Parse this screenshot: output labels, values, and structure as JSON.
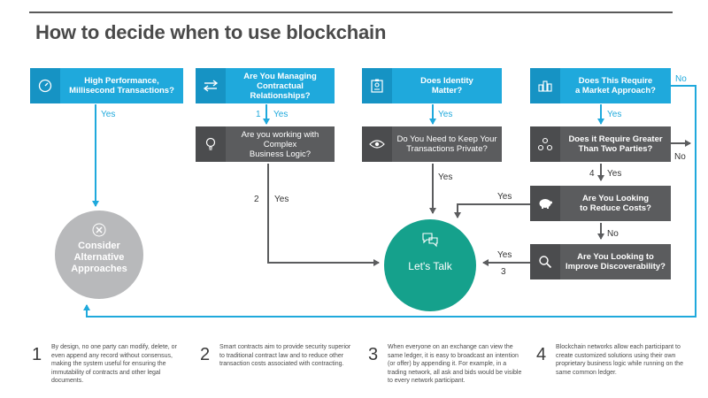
{
  "title": "How to decide when to use blockchain",
  "questions": {
    "q1": "High Performance,\nMillisecond Transactions?",
    "q2": "Are You Managing\nContractual Relationships?",
    "q3": "Does Identity\nMatter?",
    "q4": "Does This Require\na Market Approach?"
  },
  "subquestions": {
    "s1": "Are you working with Complex\nBusiness Logic?",
    "s2": "Do You Need to Keep Your\nTransactions Private?",
    "s3": "Does it Require Greater\nThan Two Parties?",
    "s4": "Are You Looking\nto Reduce Costs?",
    "s5": "Are You Looking to\nImprove Discoverability?"
  },
  "edges": {
    "yes": "Yes",
    "no": "No",
    "one": "1",
    "two": "2",
    "three": "3",
    "four": "4"
  },
  "outcomes": {
    "consider": "Consider\nAlternative\nApproaches",
    "talk": "Let's Talk"
  },
  "footnotes": [
    {
      "num": "1",
      "text": "By design, no one party can modify, delete, or even append any record without consensus, making the system useful for ensuring the immutability of contracts and other legal documents."
    },
    {
      "num": "2",
      "text": "Smart contracts aim to provide security superior to traditional contract law and to reduce other transaction costs associated with contracting."
    },
    {
      "num": "3",
      "text": "When everyone on an exchange can view the same ledger, it is easy to broadcast an intention (or offer) by appending it. For example, in a trading network, all ask and bids would be visible to every network participant."
    },
    {
      "num": "4",
      "text": "Blockchain networks allow each participant to create customized solutions using their own proprietary business logic while running on the same common ledger."
    }
  ],
  "colors": {
    "blue": "#1fa9dc",
    "gray": "#5b5c5e",
    "teal": "#15a18c",
    "lightgray": "#b8b9bb"
  }
}
